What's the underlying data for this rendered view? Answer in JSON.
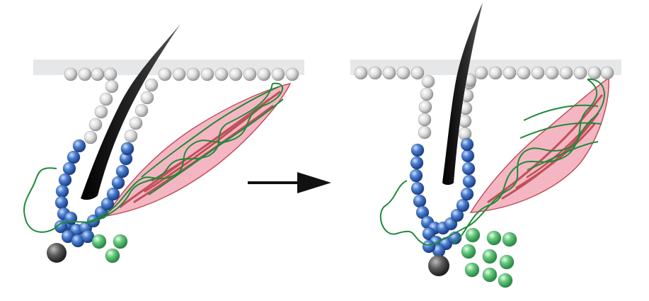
{
  "figure": {
    "panels": [
      {
        "id": "before",
        "green_dot_count": 3
      },
      {
        "id": "after",
        "green_dot_count": 9
      }
    ],
    "arrow": {
      "direction": "right"
    },
    "colors": {
      "skin": "#e6e7e8",
      "grey_bead": "#d7d8da",
      "blue_bead": "#3d74c4",
      "green_bead": "#4fb86b",
      "dark_bead": "#555555",
      "hair": "#1b1b1b",
      "muscle_fill": "#f5b6c3",
      "muscle_stroke": "#c0505a",
      "nerve": "#1f8a3a"
    }
  }
}
